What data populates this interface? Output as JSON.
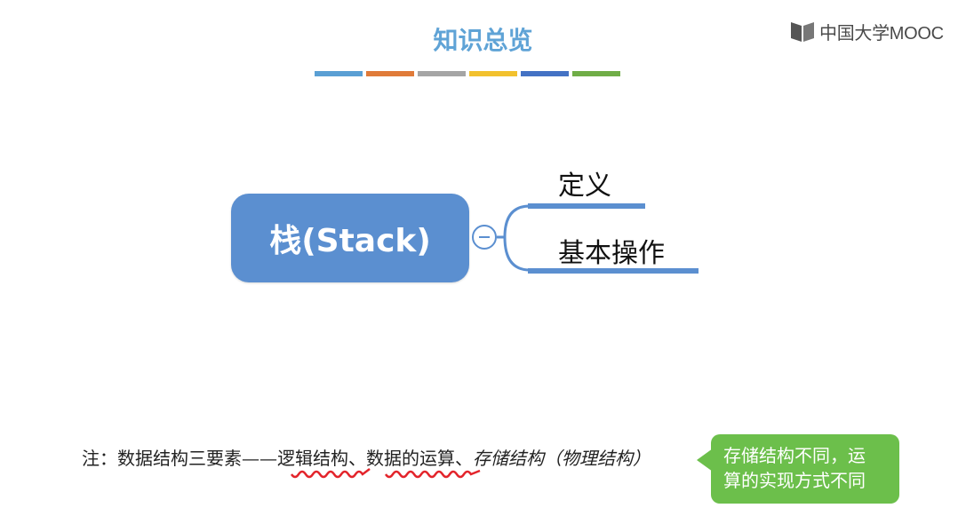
{
  "brand": {
    "name": "中国大学MOOC",
    "icon": "mooc-logo-icon"
  },
  "title": "知识总览",
  "title_bar_colors": [
    "#5a9fd4",
    "#e07b39",
    "#a5a5a5",
    "#f2c12e",
    "#4472c4",
    "#70ad47"
  ],
  "mindmap": {
    "root": "栈(Stack)",
    "branches": [
      "定义",
      "基本操作"
    ],
    "accent_color": "#5b8fd0"
  },
  "note": {
    "prefix": "注：数据结构三要素——",
    "logical": "逻辑结构",
    "sep1": "、",
    "operations": "数据的运算",
    "sep2": "、",
    "storage": "存储结构（物理结构）"
  },
  "callout": {
    "line1": "存储结构不同，运",
    "line2": "算的实现方式不同",
    "color": "#6cbf4b"
  }
}
